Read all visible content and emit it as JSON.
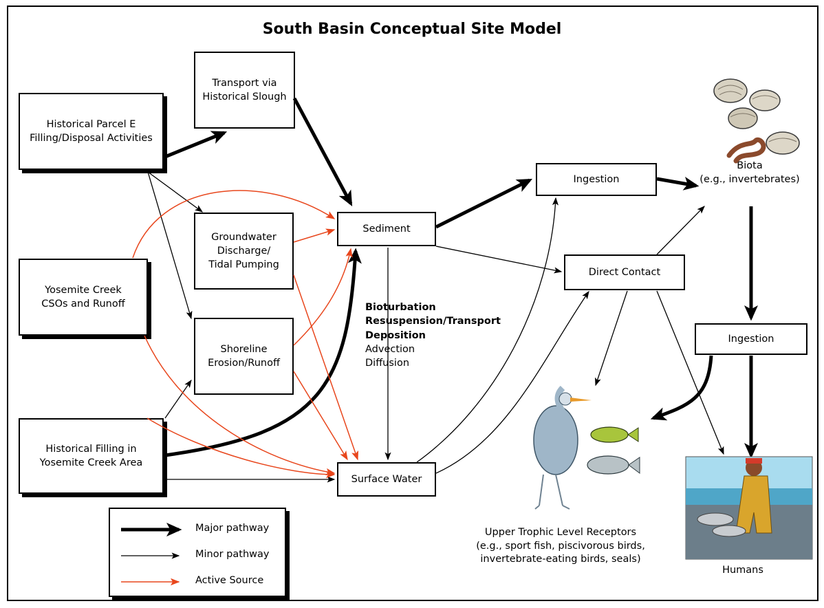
{
  "title": "South Basin Conceptual Site Model",
  "colors": {
    "major": "#000000",
    "minor": "#000000",
    "active": "#e8461c"
  },
  "sources": {
    "parcel_e": "Historical Parcel E\nFilling/Disposal Activities",
    "yosemite_cso": "Yosemite Creek\nCSOs and Runoff",
    "historical_filling": "Historical Filling in\nYosemite Creek Area"
  },
  "mechanisms": {
    "slough": "Transport via\nHistorical Slough",
    "groundwater": "Groundwater\nDischarge/\nTidal Pumping",
    "shoreline": "Shoreline\nErosion/Runoff"
  },
  "media": {
    "sediment": "Sediment",
    "surface_water": "Surface Water"
  },
  "processes": {
    "bold": [
      "Bioturbation",
      "Resuspension/Transport",
      "Deposition"
    ],
    "normal": [
      "Advection",
      "Diffusion"
    ]
  },
  "exposure": {
    "ingestion_1": "Ingestion",
    "direct_contact": "Direct Contact",
    "ingestion_2": "Ingestion"
  },
  "receptors": {
    "biota": "Biota\n(e.g., invertebrates)",
    "upper": "Upper Trophic Level Receptors\n(e.g., sport fish, piscivorous birds,\ninvertebrate-eating birds, seals)",
    "humans": "Humans"
  },
  "legend": {
    "major": "Major pathway",
    "minor": "Minor pathway",
    "active": "Active Source"
  }
}
